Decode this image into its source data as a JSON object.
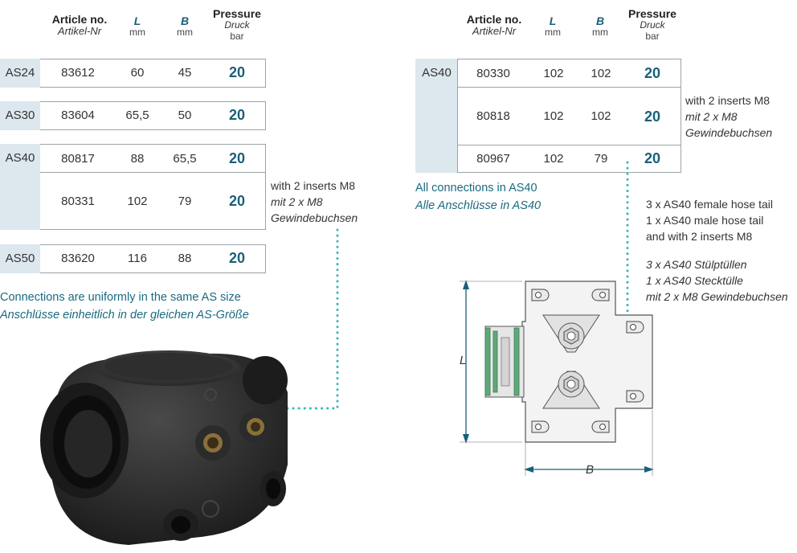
{
  "headers": {
    "article_en": "Article no.",
    "article_de": "Artikel-Nr",
    "l_symbol": "L",
    "l_unit": "mm",
    "b_symbol": "B",
    "b_unit": "mm",
    "pressure_en": "Pressure",
    "pressure_de": "Druck",
    "pressure_unit": "bar"
  },
  "left_table": {
    "groups": [
      {
        "label": "AS24",
        "rows": [
          {
            "article": "83612",
            "l": "60",
            "b": "45",
            "pressure": "20"
          }
        ]
      },
      {
        "label": "AS30",
        "rows": [
          {
            "article": "83604",
            "l": "65,5",
            "b": "50",
            "pressure": "20"
          }
        ]
      },
      {
        "label": "AS40",
        "rows": [
          {
            "article": "80817",
            "l": "88",
            "b": "65,5",
            "pressure": "20"
          },
          {
            "article": "80331",
            "l": "102",
            "b": "79",
            "pressure": "20"
          }
        ]
      },
      {
        "label": "AS50",
        "rows": [
          {
            "article": "83620",
            "l": "116",
            "b": "88",
            "pressure": "20"
          }
        ]
      }
    ],
    "note_en": "with 2 inserts M8",
    "note_de_1": "mit 2 x M8",
    "note_de_2": "Gewindebuchsen",
    "caption_en": "Connections are uniformly in the same AS size",
    "caption_de": "Anschlüsse einheitlich in der gleichen AS-Größe"
  },
  "right_table": {
    "label": "AS40",
    "rows": [
      {
        "article": "80330",
        "l": "102",
        "b": "102",
        "pressure": "20"
      },
      {
        "article": "80818",
        "l": "102",
        "b": "102",
        "pressure": "20"
      },
      {
        "article": "80967",
        "l": "102",
        "b": "79",
        "pressure": "20"
      }
    ],
    "note_en": "with 2 inserts M8",
    "note_de_1": "mit 2 x M8",
    "note_de_2": "Gewindebuchsen",
    "caption_en": "All connections in AS40",
    "caption_de": "Alle Anschlüsse in AS40",
    "desc_en_1": "3 x AS40 female hose tail",
    "desc_en_2": "1 x AS40 male hose tail",
    "desc_en_3": "and with 2 inserts M8",
    "desc_de_1": "3 x AS40 Stülptüllen",
    "desc_de_2": "1 x AS40 Stecktülle",
    "desc_de_3": "mit 2 x M8 Gewindebuchsen"
  },
  "drawing": {
    "dim_l": "L",
    "dim_b": "B"
  },
  "colors": {
    "accent": "#1a5f78",
    "label_bg": "#dde7ee",
    "dotted": "#3fb5b8",
    "seal_green": "#5fa87a"
  }
}
